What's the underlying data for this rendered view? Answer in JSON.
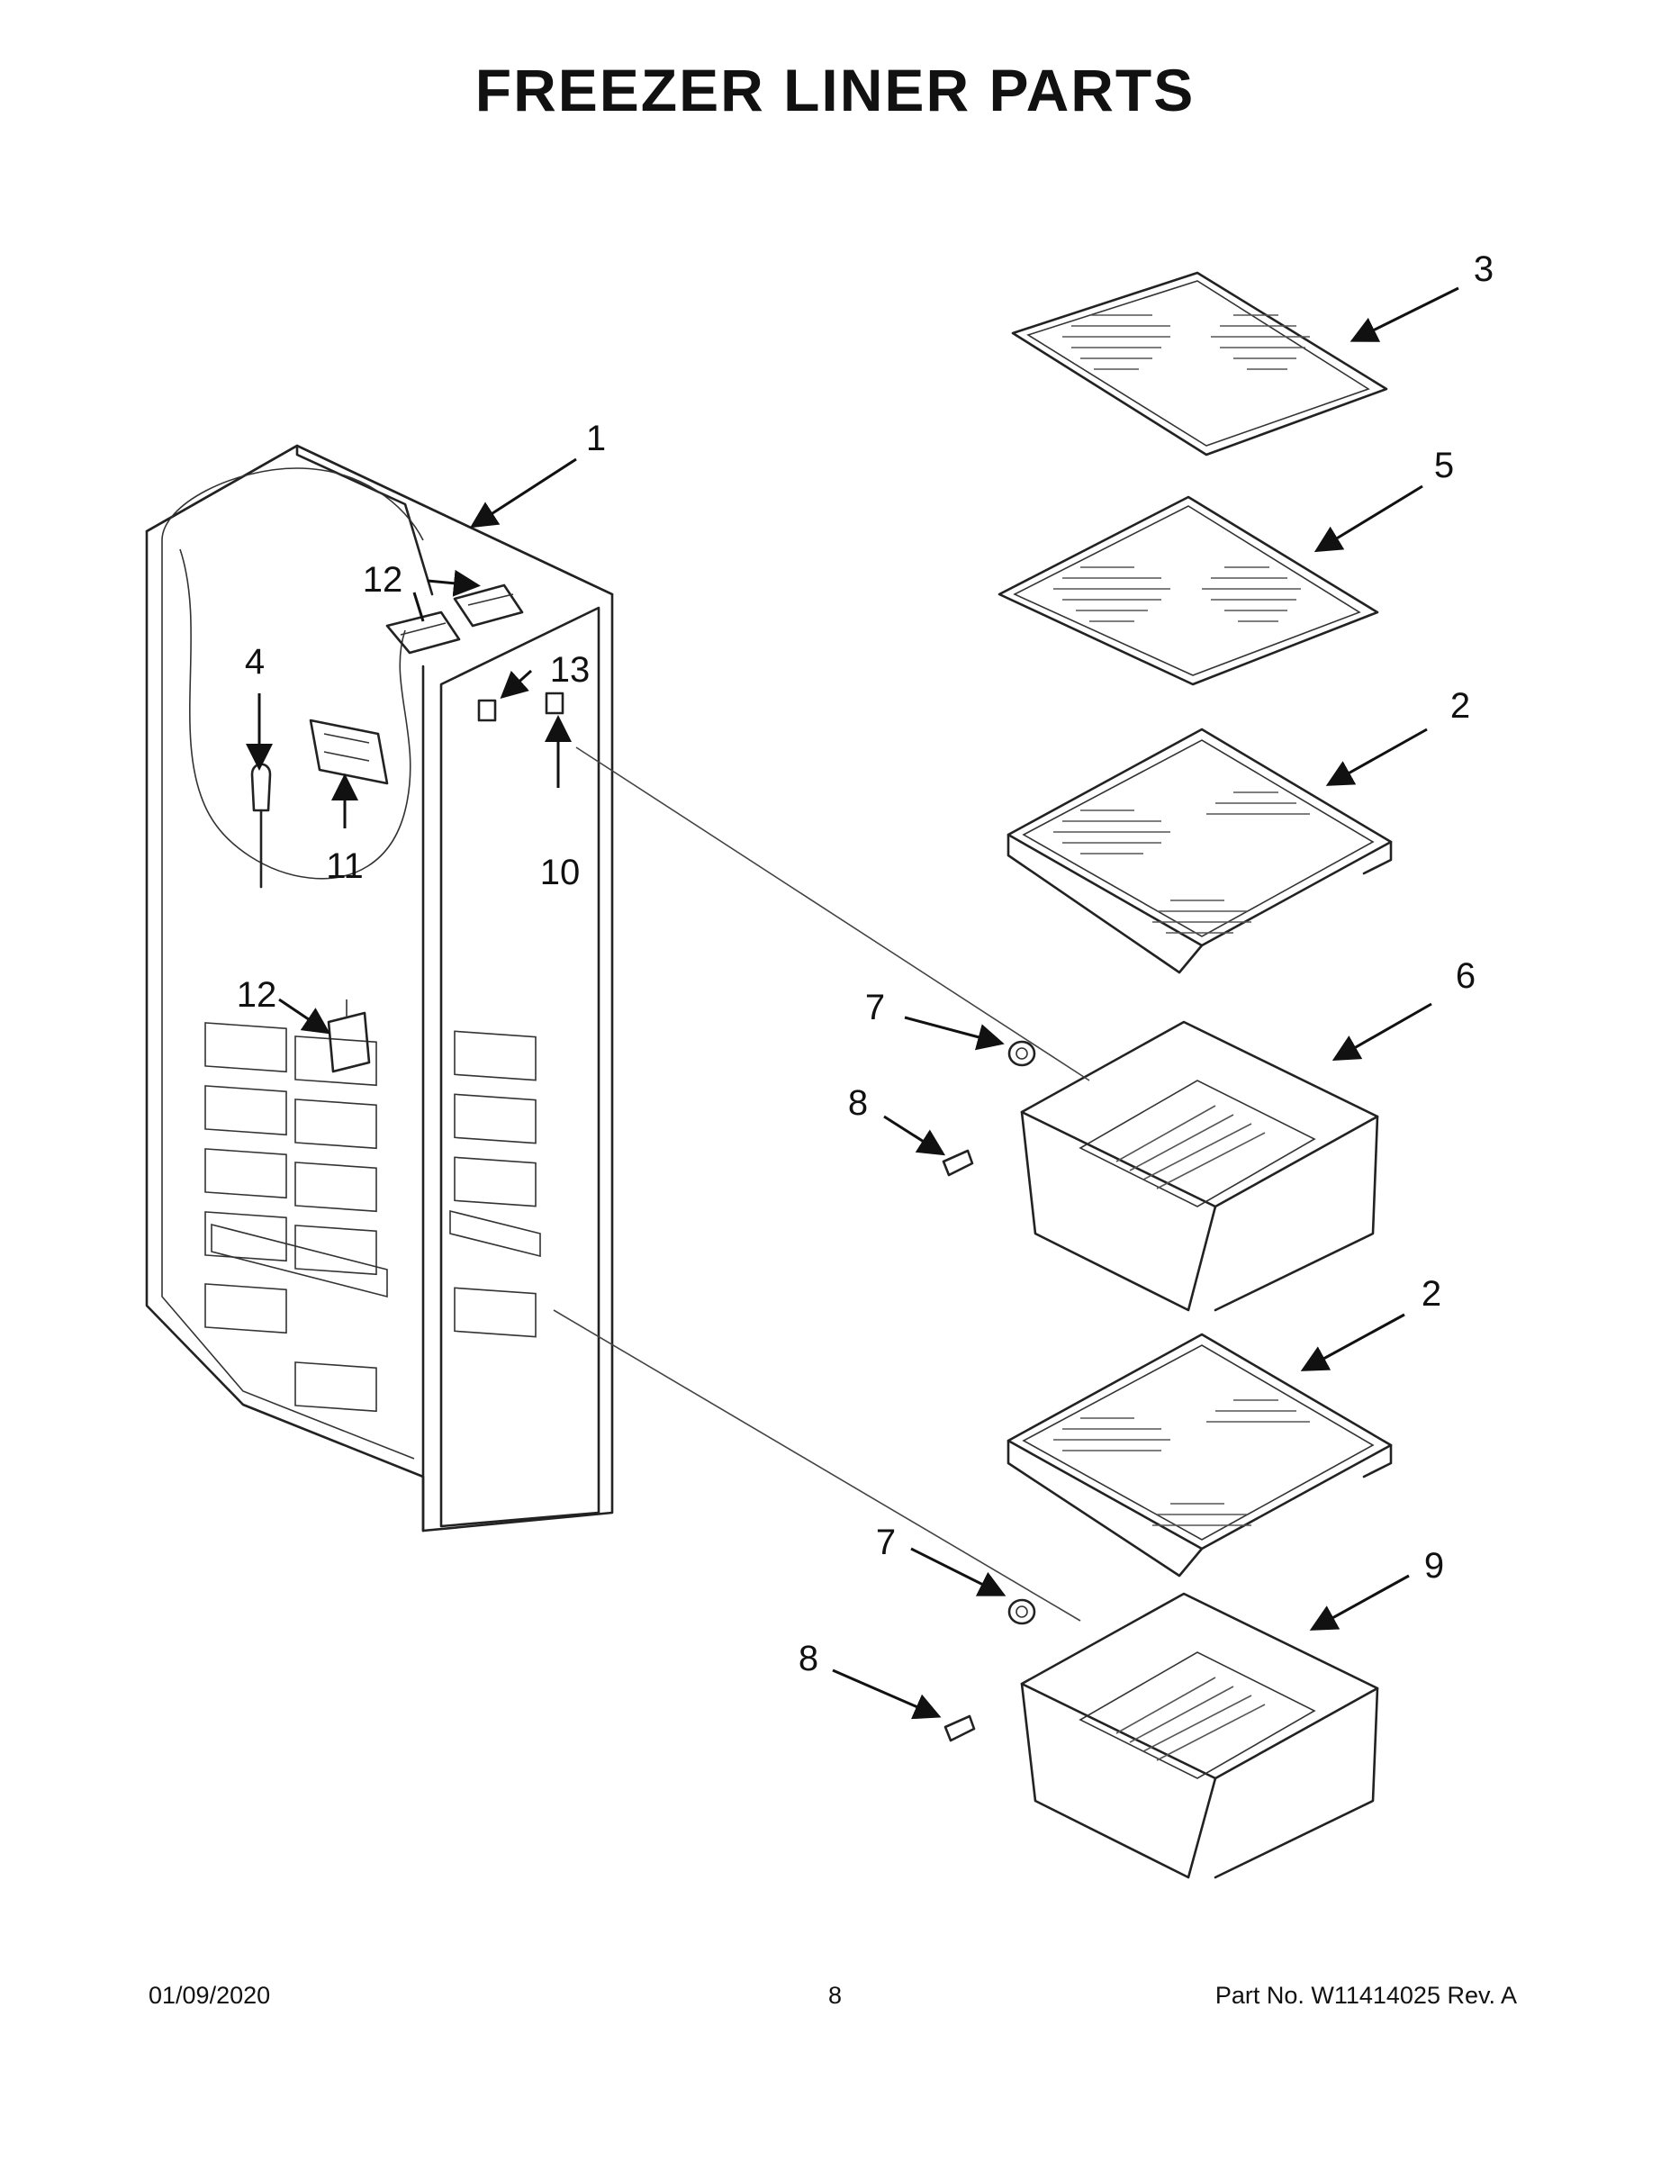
{
  "title": "FREEZER LINER PARTS",
  "callouts": [
    "1",
    "2",
    "2",
    "3",
    "4",
    "5",
    "6",
    "7",
    "7",
    "8",
    "8",
    "9",
    "10",
    "11",
    "12",
    "12",
    "13"
  ],
  "footer": {
    "date": "01/09/2020",
    "page": "8",
    "part": "Part No.  W11414025  Rev.  A"
  }
}
